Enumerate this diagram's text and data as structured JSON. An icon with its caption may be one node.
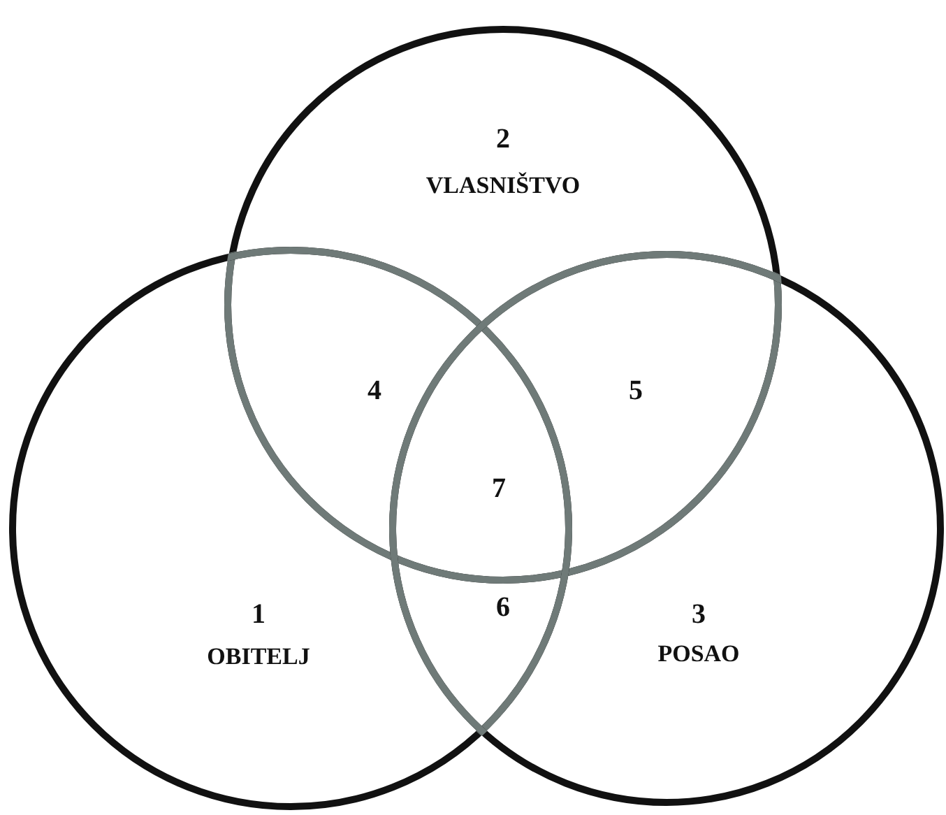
{
  "diagram": {
    "nodes": [
      {
        "text": [
          "2",
          "VLASNIŠTVO"
        ]
      },
      {
        "text": [
          "1",
          "OBITELJ"
        ]
      },
      {
        "text": [
          "3",
          "POSAO"
        ]
      }
    ],
    "labels": [
      "4",
      "5",
      "7",
      "6"
    ]
  }
}
